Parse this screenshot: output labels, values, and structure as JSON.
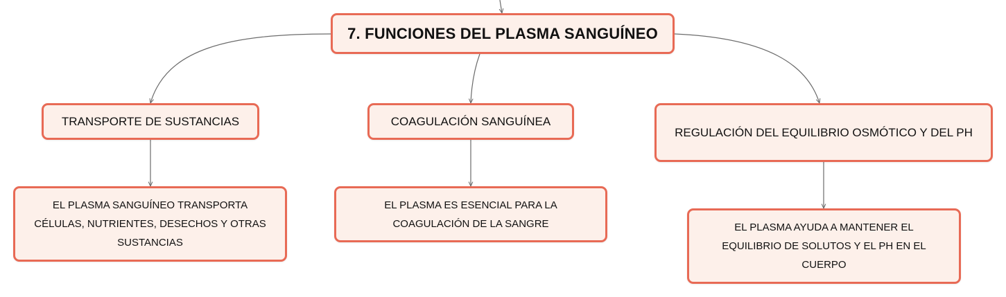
{
  "diagram": {
    "accent_color": "#e86a55",
    "node_fill": "#fdf0ea",
    "connector_color": "#6b6b6b",
    "root": {
      "label": "7. FUNCIONES DEL PLASMA SANGUÍNEO"
    },
    "branches": [
      {
        "label": "TRANSPORTE DE SUSTANCIAS",
        "detail": "EL PLASMA SANGUÍNEO TRANSPORTA CÉLULAS, NUTRIENTES, DESECHOS Y OTRAS SUSTANCIAS"
      },
      {
        "label": "COAGULACIÓN SANGUÍNEA",
        "detail": "EL PLASMA ES ESENCIAL PARA LA COAGULACIÓN DE LA SANGRE"
      },
      {
        "label": "REGULACIÓN DEL EQUILIBRIO OSMÓTICO Y DEL PH",
        "detail": "EL PLASMA AYUDA A MANTENER EL EQUILIBRIO DE SOLUTOS Y EL PH EN EL CUERPO"
      }
    ]
  }
}
